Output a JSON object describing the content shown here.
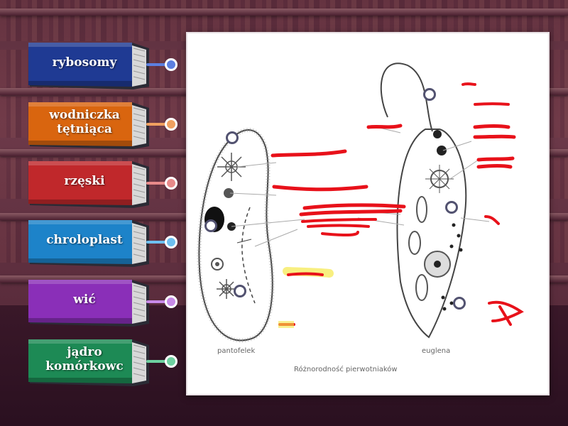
{
  "labels": [
    {
      "id": "rybosomy",
      "text": "rybosomy",
      "color": "#1f3a93",
      "accent": "#5c7fe0"
    },
    {
      "id": "wodniczka",
      "text": "wodniczka tętniąca",
      "color": "#d9650f",
      "accent": "#f0a060"
    },
    {
      "id": "rzeski",
      "text": "rzęski",
      "color": "#c0282b",
      "accent": "#e88a8a"
    },
    {
      "id": "chroloplast",
      "text": "chroloplast",
      "color": "#1d83c9",
      "accent": "#6ec0f0"
    },
    {
      "id": "wic",
      "text": "wić",
      "color": "#8a2fb8",
      "accent": "#c88ae8"
    },
    {
      "id": "jadro",
      "text": "jądro komórkowc",
      "color": "#1d8a55",
      "accent": "#6ed0a0"
    }
  ],
  "diagram": {
    "left_caption": "pantofelek",
    "right_caption": "euglena",
    "bottom_caption": "Różnorodność pierwotniaków"
  }
}
